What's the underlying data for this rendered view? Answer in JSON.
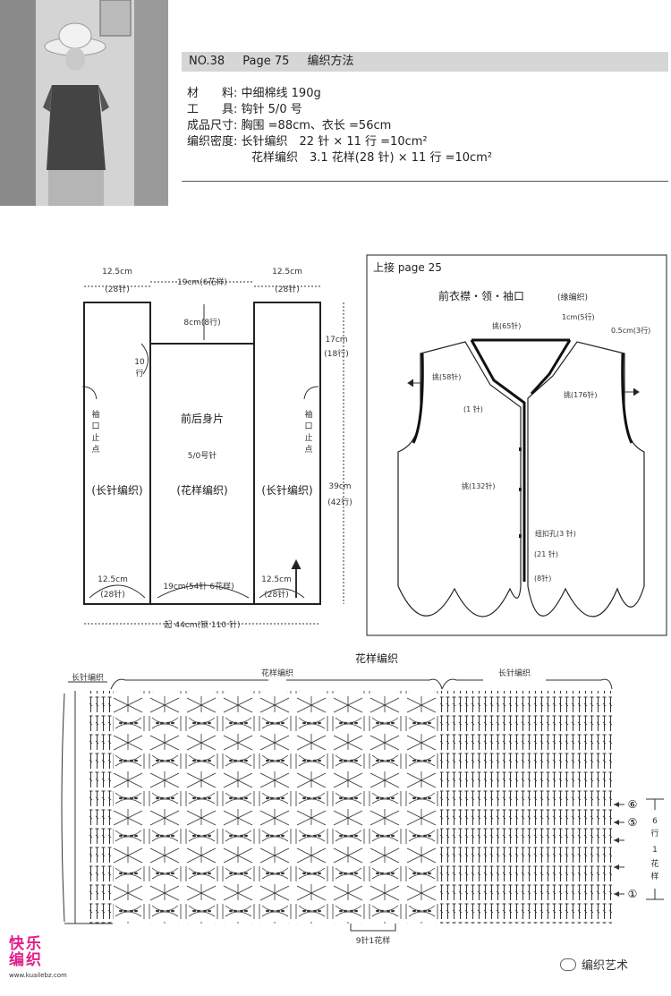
{
  "header": {
    "no": "NO.38",
    "page": "Page 75",
    "section": "编织方法",
    "rows": [
      {
        "label": "材　　料:",
        "value": "中细棉线 190g"
      },
      {
        "label": "工　　具:",
        "value": "钩针 5/0 号"
      },
      {
        "label": "成品尺寸:",
        "value": "胸围 =88cm、衣长 =56cm"
      },
      {
        "label": "编织密度:",
        "value": "长针编织　22 针 × 11 行 =10cm²"
      },
      {
        "label": "",
        "value": "花样编织　3.1 花样(28 针) × 11 行 =10cm²"
      }
    ]
  },
  "body_diagram": {
    "top_left_w": "12.5cm",
    "top_left_st": "(28针)",
    "top_mid": "19cm(6花样)",
    "top_right_w": "12.5cm",
    "top_right_st": "(28针)",
    "neck_depth": "8cm(8行)",
    "armhole_left": "10",
    "armhole_left2": "行",
    "right_top": "17cm",
    "right_top_rows": "(18行)",
    "right_bottom": "39cm",
    "right_bottom_rows": "(42行)",
    "sleeve_mark_left": [
      "袖",
      "口",
      "止",
      "点"
    ],
    "sleeve_mark_right": [
      "袖",
      "口",
      "止",
      "点"
    ],
    "title": "前后身片",
    "needle": "5/0号针",
    "left_panel": "(长针编织)",
    "mid_panel": "(花样编织)",
    "right_panel": "(长针编织)",
    "bottom_left_w": "12.5cm",
    "bottom_left_st": "(28针)",
    "bottom_mid": "19cm(54针 6花样)",
    "bottom_right_w": "12.5cm",
    "bottom_right_st": "(28针)",
    "bottom_total": "起 44cm(锁 110 针)"
  },
  "edging_diagram": {
    "continue": "上接 page 25",
    "title": "前衣襟・领・袖口",
    "title_note": "(缘编织)",
    "pick_65": "挑(65针)",
    "one_cm": "1cm(5行)",
    "half_cm": "0.5cm(3行)",
    "pick_58": "挑(58针)",
    "one_st": "(1 针)",
    "pick_176": "挑(176针)",
    "pick_132": "挑(132针)",
    "buttonhole": "纽扣孔(3 针)",
    "st_21": "(21 针)",
    "st_8": "(8针)"
  },
  "stitch_chart": {
    "title": "花样编织",
    "left_label": "长针编织",
    "mid_label": "花样编织",
    "right_label": "长针编织",
    "repeat": "9针1花样",
    "row_markers": [
      "⑥",
      "⑤",
      "①"
    ],
    "side_note": [
      "6",
      "行",
      "1",
      "花",
      "样"
    ]
  },
  "footer": {
    "logo_text": "快乐编织",
    "logo_url": "www.kuailebz.com",
    "credit": "编织艺术"
  }
}
